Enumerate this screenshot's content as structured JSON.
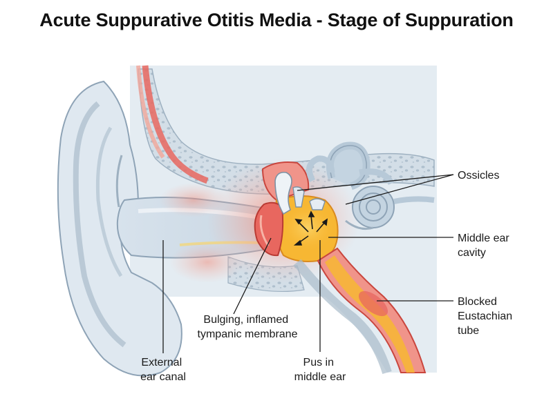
{
  "title": "Acute Suppurative Otitis Media - Stage of Suppuration",
  "labels": {
    "ossicles": [
      "Ossicles"
    ],
    "middle_ear_cavity": [
      "Middle ear",
      "cavity"
    ],
    "blocked_eustachian_tube": [
      "Blocked",
      "Eustachian",
      "tube"
    ],
    "tympanic_membrane": [
      "Bulging, inflamed",
      "tympanic membrane"
    ],
    "external_ear_canal": [
      "External",
      "ear canal"
    ],
    "pus": [
      "Pus in",
      "middle ear"
    ]
  },
  "colors": {
    "skin": "#dfe8f0",
    "skin_outline": "#8ea3b6",
    "skull_bg": "#e4ecf2",
    "bone": "#c6d3de",
    "inflamed": "#e8675f",
    "inflamed_glow": "#f6b3a6",
    "pus": "#f7b733",
    "pus_light": "#fbd56b",
    "inner_ear": "#b7c9d8"
  }
}
